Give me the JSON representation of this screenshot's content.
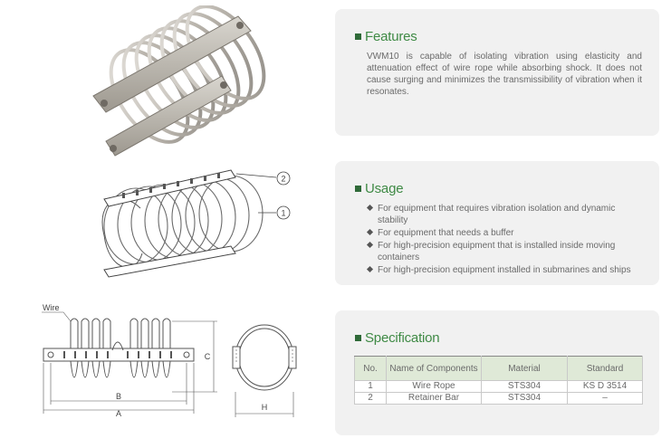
{
  "features": {
    "title": "Features",
    "text": "VWM10 is capable of isolating vibration using elasticity and attenuation effect of wire rope while absorbing shock. It does not cause surging and minimizes the transmissibility of vibration when it resonates."
  },
  "usage": {
    "title": "Usage",
    "items": [
      "For equipment that requires vibration isolation and dynamic stability",
      "For equipment that needs a buffer",
      "For high-precision equipment that is installed inside moving containers",
      "For high-precision equipment installed in submarines and ships"
    ]
  },
  "spec": {
    "title": "Specification",
    "headers": [
      "No.",
      "Name of Components",
      "Material",
      "Standard"
    ],
    "rows": [
      [
        "1",
        "Wire Rope",
        "STS304",
        "KS D 3514"
      ],
      [
        "2",
        "Retainer Bar",
        "STS304",
        "–"
      ]
    ]
  },
  "diagram": {
    "callout_1": "1",
    "callout_2": "2",
    "dim_wire": "Wire",
    "dim_a": "A",
    "dim_b": "B",
    "dim_c": "C",
    "dim_h": "H"
  }
}
